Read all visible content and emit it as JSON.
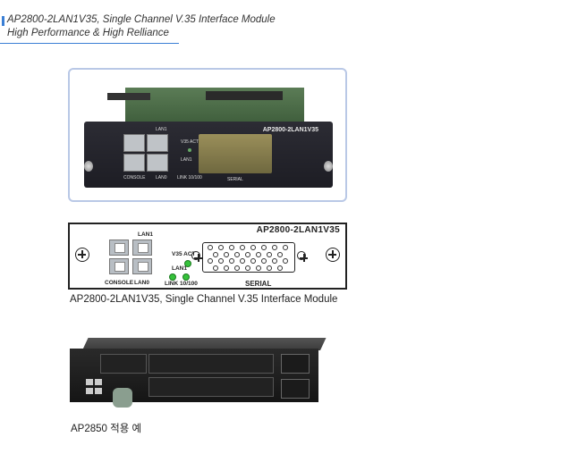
{
  "header": {
    "title": "AP2800-2LAN1V35, Single Channel V.35 Interface Module",
    "subtitle": "High Performance & High Relliance"
  },
  "photo": {
    "model": "AP2800-2LAN1V35",
    "labels": {
      "lan1": "LAN1",
      "v35act": "V35 ACT",
      "lan1b": "LAN1",
      "console": "CONSOLE",
      "lan0": "LAN0",
      "link": "LINK 10/100",
      "serial": "SERIAL"
    }
  },
  "diagram": {
    "model": "AP2800-2LAN1V35",
    "lan1": "LAN1",
    "v35act": "V35 ACT",
    "lan1b": "LAN1",
    "console": "CONSOLE",
    "lan0": "LAN0",
    "link": "LINK 10/100",
    "serial": "SERIAL",
    "led_color": "#35c23b"
  },
  "captions": {
    "module": "AP2800-2LAN1V35, Single Channel V.35 Interface Module",
    "chassis": "AP2850 적용 예"
  },
  "colors": {
    "accent": "#3a7fd5",
    "frame": "#b9c8e6"
  }
}
